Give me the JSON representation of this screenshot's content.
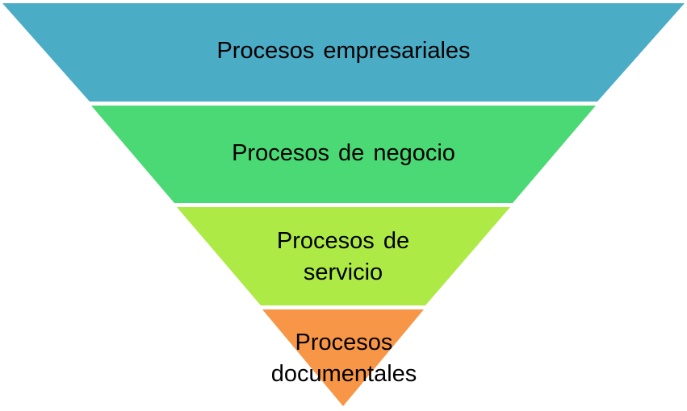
{
  "diagram": {
    "type": "inverted-pyramid",
    "levels": [
      {
        "lines": [
          "Procesos empresariales"
        ],
        "color": "#4BACC6"
      },
      {
        "lines": [
          "Procesos de negocio"
        ],
        "color": "#4AD975"
      },
      {
        "lines": [
          "Procesos de",
          "servicio"
        ],
        "color": "#AEEA45"
      },
      {
        "lines": [
          "Procesos",
          "documentales"
        ],
        "color": "#F79646"
      }
    ]
  }
}
